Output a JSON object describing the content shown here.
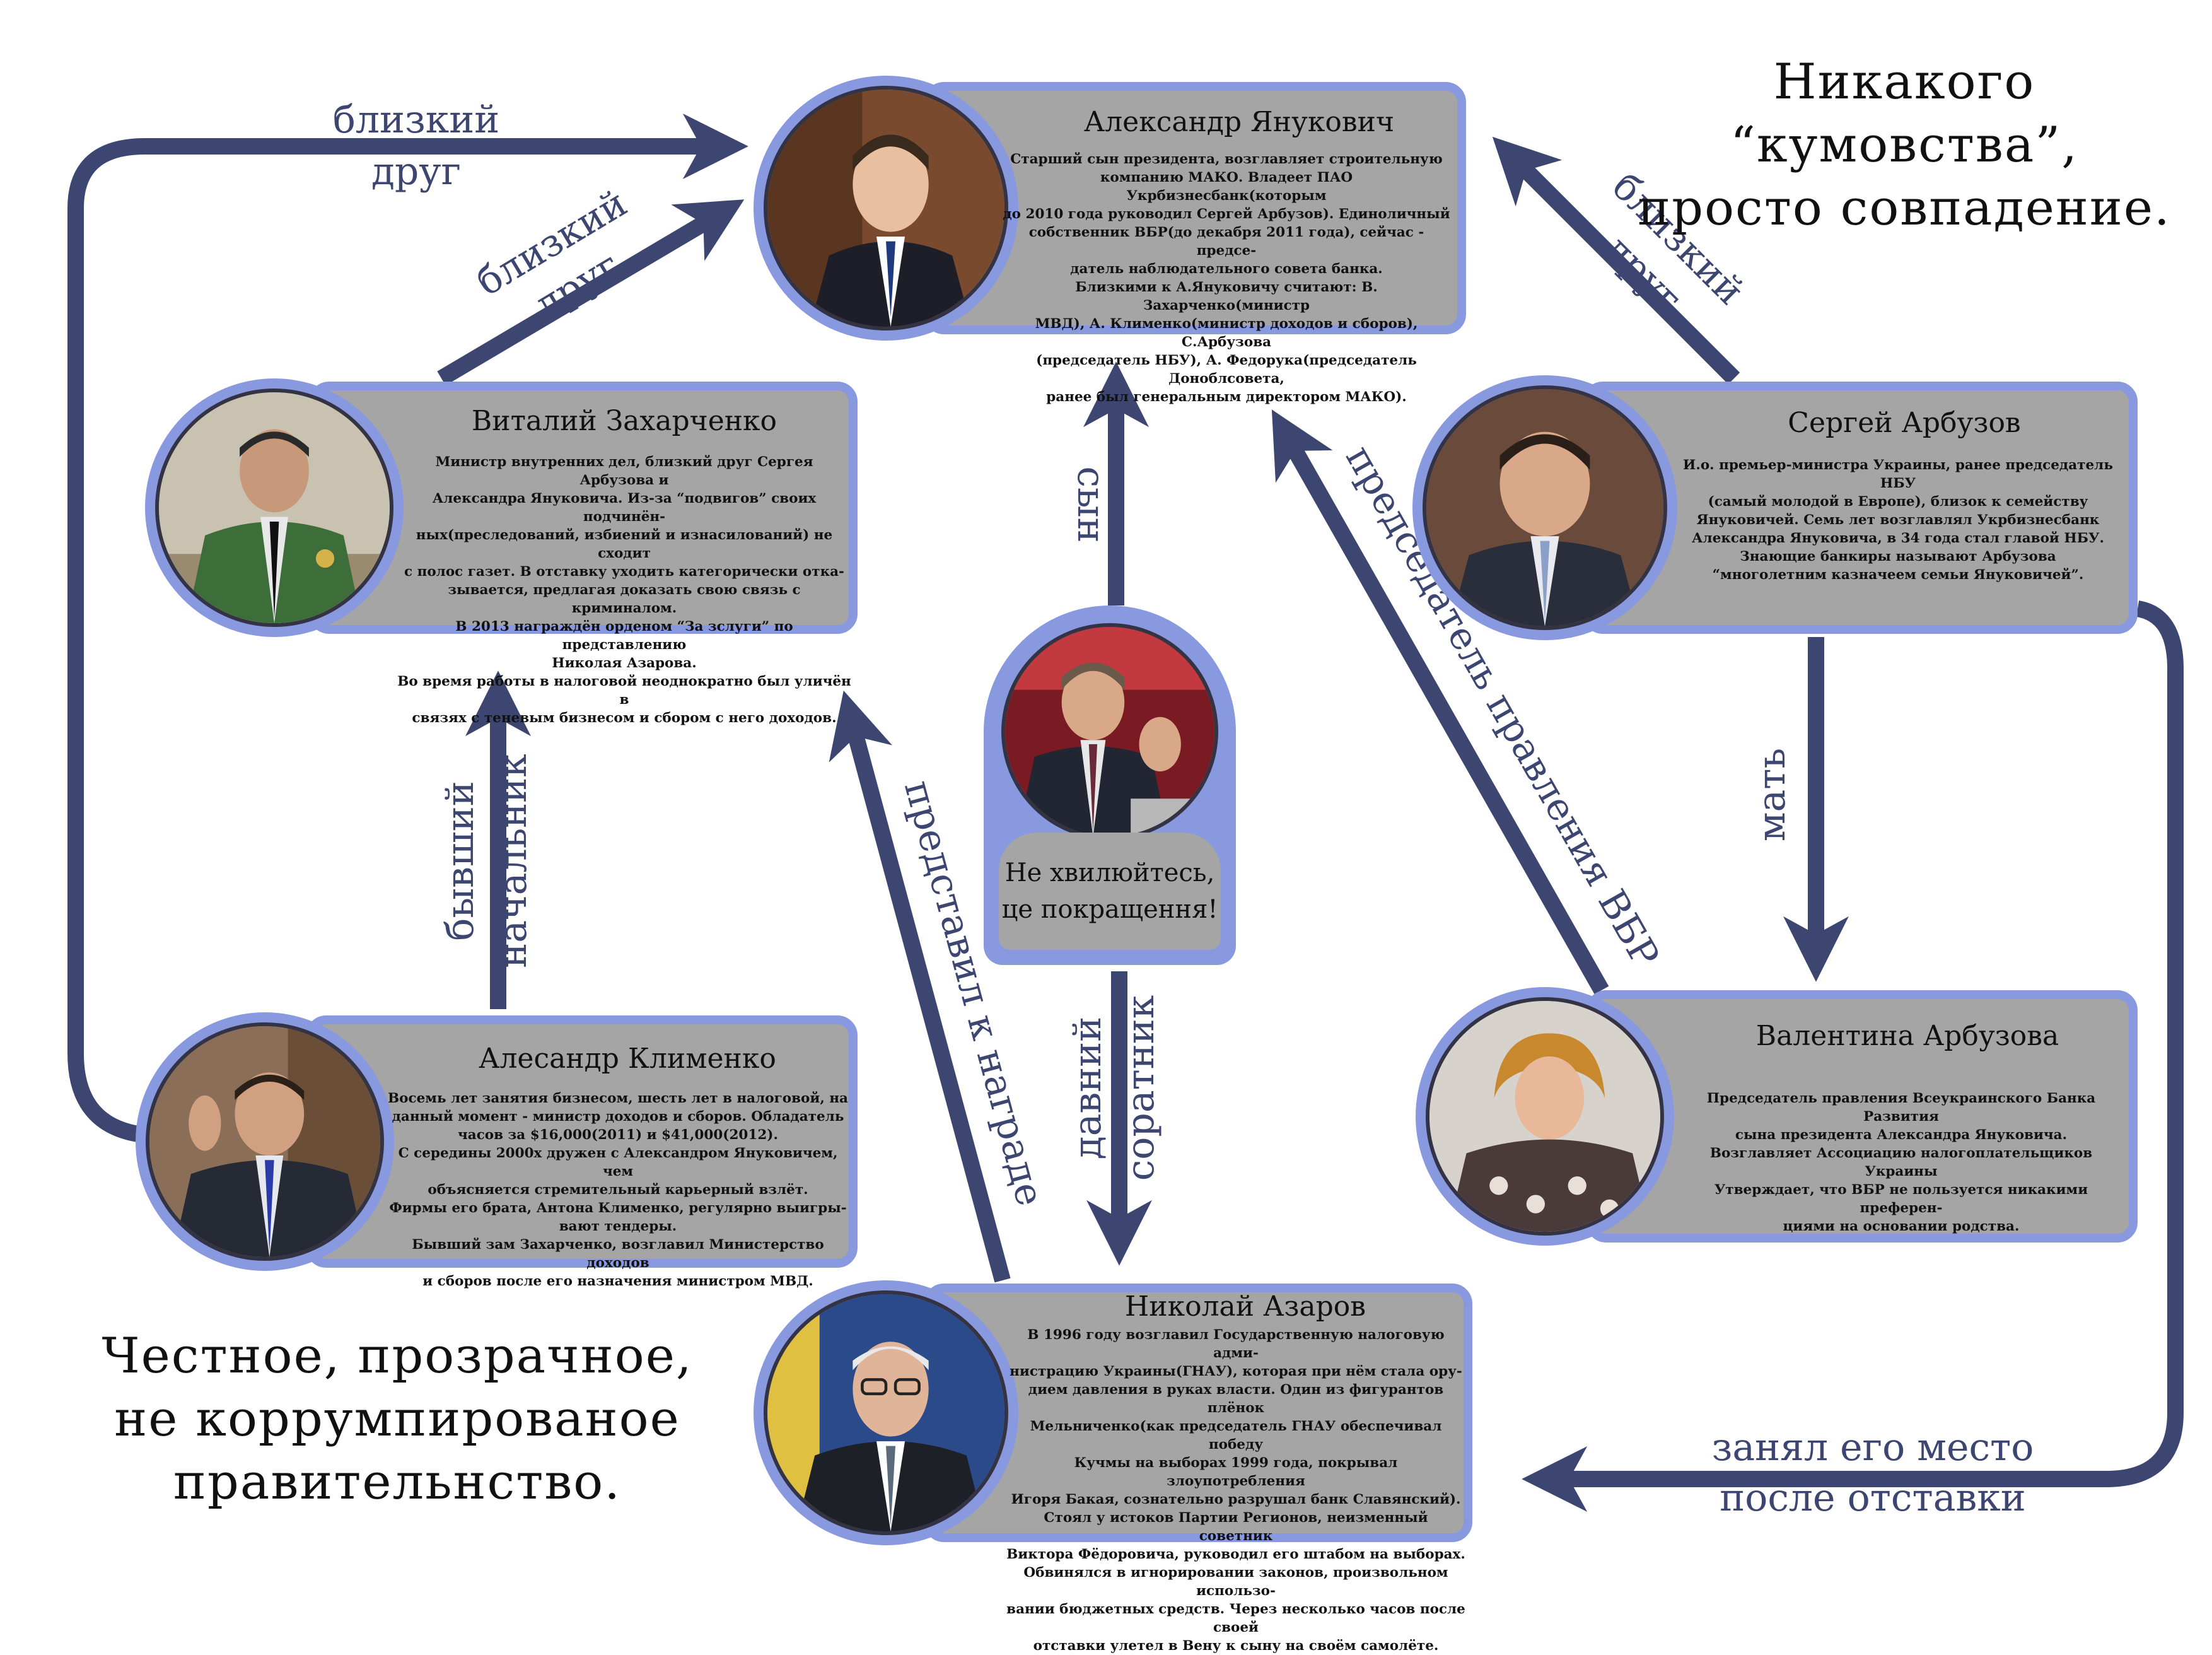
{
  "taglines": {
    "top_right": "Никакого “кумовства”,\nпросто совпадение.",
    "bottom_left": "Честное, прозрачное,\nне коррумпированое\nправительнство."
  },
  "people": {
    "alexander_yanukovych": {
      "name": "Александр Янукович",
      "description": "Старший сын президента, возглавляет строительную\nкомпанию МАКО. Владеет ПАО Укрбизнесбанк(которым\nдо 2010 года руководил Сергей Арбузов). Единоличный\nсобственник ВБР(до декабря 2011 года), сейчас - предсе-\nдатель наблюдательного совета банка.\nБлизкими к А.Януковичу считают: В. Захарченко(министр\nМВД), А. Клименко(министр доходов и сборов), С.Арбузова\n(председатель НБУ), А. Федорука(председатель Доноблсовета,\nранее был генеральным директором МАКО)."
    },
    "vitaly_zakharchenko": {
      "name": "Виталий Захарченко",
      "description": "Министр внутренних дел, близкий друг Сергея Арбузова и\nАлександра Януковича. Из-за “подвигов” своих подчинён-\nных(преследований, избиений и изнасилований) не сходит\nс полос газет. В отставку уходить категорически отка-\nзывается, предлагая доказать свою связь с криминалом.\nВ 2013 награждён орденом “За зслуги” по представлению\nНиколая Азарова.\nВо время работы в налоговой неоднократно был уличён в\nсвязях с теневым бизнесом и сбором с него доходов."
    },
    "sergey_arbuzov": {
      "name": "Сергей Арбузов",
      "description": "И.о. премьер-министра Украины, ранее председатель НБУ\n(самый молодой в Европе), близок к семейству\nЯнуковичей. Семь лет возглавлял Укрбизнесбанк\nАлександра Януковича, в 34 года стал главой НБУ.\nЗнающие банкиры называют Арбузова\n“многолетним казначеем семьи Януковичей”."
    },
    "viktor_yanukovych": {
      "quote": "Не хвилюйтесь,\nце покращення!"
    },
    "alexander_klimenko": {
      "name": "Алесандр Клименко",
      "description": "Восемь лет занятия бизнесом, шесть лет в налоговой, на\nданный момент - министр доходов и сборов. Обладатель\nчасов за $16,000(2011) и $41,000(2012).\nС середины 2000х дружен с Александром Януковичем, чем\nобъясняется стремительный карьерный взлёт.\nФирмы его брата, Антона Клименко, регулярно выигры-\nвают тендеры.\nБывший зам Захарченко, возглавил Министерство доходов\nи сборов после его назначения министром МВД."
    },
    "valentina_arbuzova": {
      "name": "Валентина Арбузова",
      "description": "Председатель правления Всеукраинского Банка Развития\nсына президента Александра Януковича.\nВозглавляет Ассоциацию налогоплательщиков Украины\nУтверждает, что ВБР не пользуется никакими преферен-\nциями на основании родства."
    },
    "nikolay_azarov": {
      "name": "Николай Азаров",
      "description": "В 1996 году возглавил Государственную налоговую адми-\nнистрацию Украины(ГНАУ), которая при нём стала ору-\nдием давления в руках власти. Один из фигурантов плёнок\nМельниченко(как председатель ГНАУ обеспечивал победу\nКучмы на выборах 1999 года, покрывал злоупотребления\nИгоря Бакая, сознательно разрушал банк Славянский).\nСтоял у истоков Партии Регионов, неизменный советник\nВиктора Фёдоровича, руководил его штабом на выборах.\nОбвинялся в игнорировании законов, произвольном использо-\nвании бюджетных средств. Через несколько часов после своей\nотставки улетел в Вену к сыну на своём самолёте."
    }
  },
  "edges": {
    "close_friend_top": "близкий\nдруг",
    "close_friend_diag": "близкий\nдруг",
    "close_friend_right": "близкий\nдруг",
    "son": "сын",
    "chairman_vbr": "председатель правления ВБР",
    "mother": "мать",
    "former_boss": "бывший\nначальник",
    "nominated_award": "представил к награде",
    "old_associate": "давний\nсоратник",
    "took_place": "занял его место\nпосле отставки"
  },
  "colors": {
    "arrow": "#3c4670",
    "frame": "#8899e0",
    "panel": "#a5a5a5"
  }
}
